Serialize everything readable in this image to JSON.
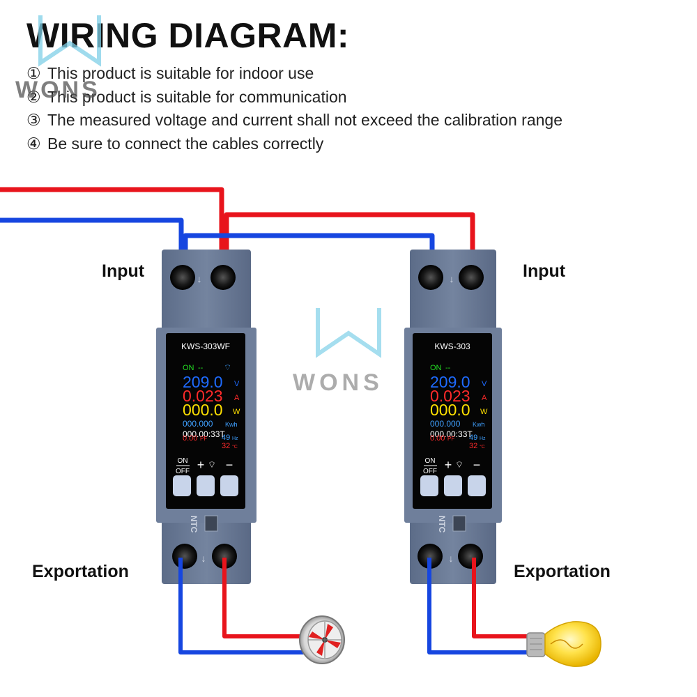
{
  "header": {
    "title": "WIRING DIAGRAM:",
    "notes": [
      {
        "marker": "①",
        "text": "This product is suitable for indoor use"
      },
      {
        "marker": "②",
        "text": "This product is suitable for communication"
      },
      {
        "marker": "③",
        "text": "The measured voltage and current shall not exceed the calibration range"
      },
      {
        "marker": "④",
        "text": "Be sure to connect the cables correctly"
      }
    ]
  },
  "brand": {
    "name": "WONS"
  },
  "labels": {
    "input": "Input",
    "exportation": "Exportation",
    "ntc": "NTC"
  },
  "meters": [
    {
      "model": "KWS-303WF",
      "status": "ON",
      "voltage": "209.0",
      "voltage_unit": "V",
      "current": "0.023",
      "current_unit": "A",
      "power": "000.0",
      "power_unit": "W",
      "energy": "000.000",
      "energy_unit": "Kwh",
      "time": "000.00:33T",
      "pf": "0.00",
      "pf_unit": "PF",
      "freq": "49",
      "freq_unit": "Hz",
      "temp": "32",
      "temp_unit": "°C",
      "btn_on": "ON",
      "btn_off": "OFF",
      "load": "fan"
    },
    {
      "model": "KWS-303",
      "status": "ON",
      "voltage": "209.0",
      "voltage_unit": "V",
      "current": "0.023",
      "current_unit": "A",
      "power": "000.0",
      "power_unit": "W",
      "energy": "000.000",
      "energy_unit": "Kwh",
      "time": "000.00:33T",
      "pf": "0.00",
      "pf_unit": "PF",
      "freq": "49",
      "freq_unit": "Hz",
      "temp": "32",
      "temp_unit": "°C",
      "btn_on": "ON",
      "btn_off": "OFF",
      "load": "light-bulb"
    }
  ],
  "colors": {
    "live_wire": "#e8141c",
    "neutral_wire": "#1646e0",
    "device_body": "#6a7a96",
    "screen_bg": "#050505",
    "voltage": "#1e6bff",
    "current": "#ff2a2a",
    "power": "#ffe000",
    "energy": "#3fa0ff",
    "status_on": "#22dd22"
  }
}
